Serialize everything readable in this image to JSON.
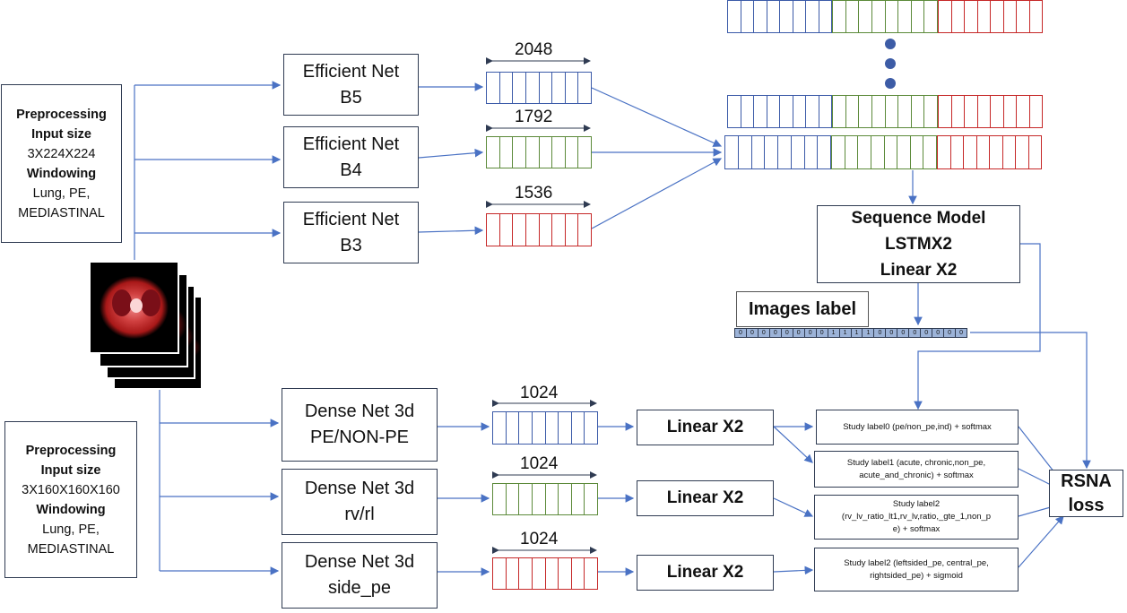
{
  "preprocessing_top": {
    "title1": "Preprocessing",
    "title2": "Input size",
    "size": "3X224X224",
    "title3": "Windowing",
    "windows1": "Lung, PE,",
    "windows2": "MEDIASTINAL"
  },
  "preprocessing_bottom": {
    "title1": "Preprocessing",
    "title2": "Input size",
    "size": "3X160X160X160",
    "title3": "Windowing",
    "windows1": "Lung, PE,",
    "windows2": "MEDIASTINAL"
  },
  "efficientnets": [
    {
      "line1": "Efficient Net",
      "line2": "B5",
      "dim": "2048"
    },
    {
      "line1": "Efficient Net",
      "line2": "B4",
      "dim": "1792"
    },
    {
      "line1": "Efficient Net",
      "line2": "B3",
      "dim": "1536"
    }
  ],
  "densenets": [
    {
      "line1": "Dense Net 3d",
      "line2": "PE/NON-PE",
      "dim": "1024",
      "linear": "Linear X2"
    },
    {
      "line1": "Dense Net 3d",
      "line2": "rv/rl",
      "dim": "1024",
      "linear": "Linear X2"
    },
    {
      "line1": "Dense Net 3d",
      "line2": "side_pe",
      "dim": "1024",
      "linear": "Linear X2"
    }
  ],
  "sequence_model": {
    "line1": "Sequence Model",
    "line2": "LSTMX2",
    "line3": "Linear X2"
  },
  "images_label": {
    "title": "Images label",
    "bits": [
      "0",
      "0",
      "0",
      "0",
      "0",
      "0",
      "0",
      "0",
      "1",
      "1",
      "1",
      "1",
      "0",
      "0",
      "0",
      "0",
      "0",
      "0",
      "0",
      "0"
    ]
  },
  "study_labels": [
    {
      "line1": "Study label0 (pe/non_pe,ind)  + softmax"
    },
    {
      "line1": "Study label1 (acute, chronic,non_pe,",
      "line2": "acute_and_chronic)  + softmax"
    },
    {
      "line1": "Study label2",
      "line2": "(rv_lv_ratio_lt1,rv_lv,ratio,_gte_1,non_p",
      "line3": "e) + softmax"
    },
    {
      "line1": "Study label2 (leftsided_pe, central_pe,",
      "line2": "rightsided_pe) + sigmoid"
    }
  ],
  "loss": {
    "line1": "RSNA",
    "line2": "loss"
  },
  "colors": {
    "blue": "#3b5aa8",
    "green": "#5c8a3a",
    "red": "#c62828",
    "arrow": "#4a72c4"
  }
}
